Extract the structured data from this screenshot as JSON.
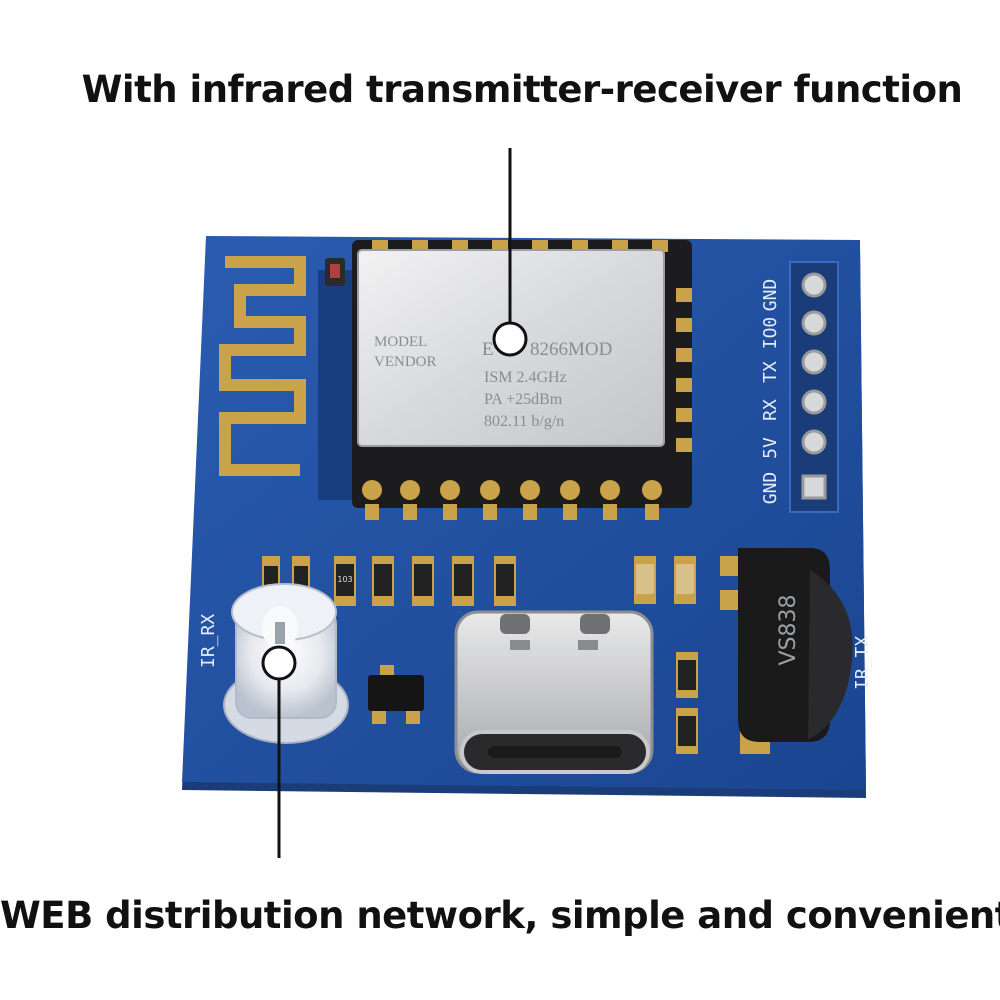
{
  "captions": {
    "top": "With infrared transmitter-receiver function",
    "bottom": "WEB distribution network, simple and convenient"
  },
  "module_shield": {
    "model_label": "MODEL",
    "vendor_label": "VENDOR",
    "model_prefix": "E",
    "model_suffix": "8266MOD",
    "ism": "ISM  2.4GHz",
    "pa": "PA  +25dBm",
    "standard": "802.11 b/g/n"
  },
  "silkscreen": {
    "header_pins": [
      "GND",
      "IO0",
      "TX",
      "RX",
      "5V",
      "GND"
    ],
    "ir_rx_label": "IR_RX",
    "ir_tx_label": "IR_TX",
    "receiver_marking": "VS838",
    "resistor_marking": "103"
  },
  "colors": {
    "pcb": "#1f4f9c",
    "pcb_dark": "#173f80",
    "gold": "#c9a24a",
    "shield": "#dcdde0"
  }
}
